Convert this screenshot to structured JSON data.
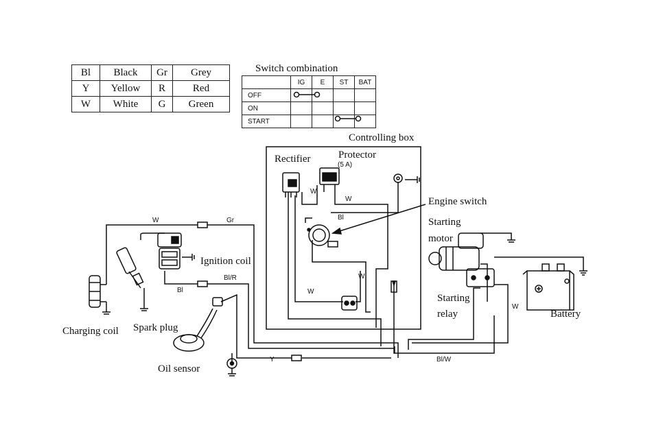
{
  "color_code": {
    "rows": [
      [
        "Bl",
        "Black",
        "Gr",
        "Grey"
      ],
      [
        "Y",
        "Yellow",
        "R",
        "Red"
      ],
      [
        "W",
        "White",
        "G",
        "Green"
      ]
    ]
  },
  "switch_combination": {
    "title": "Switch combination",
    "headers": [
      "IG",
      "E",
      "ST",
      "BAT"
    ],
    "rows": [
      "OFF",
      "ON",
      "START"
    ]
  },
  "labels": {
    "controlling_box": "Controlling box",
    "rectifier": "Rectifier",
    "protector": "Protector",
    "protector_rating": "(5 A)",
    "engine_switch": "Engine switch",
    "starting_motor_1": "Starting",
    "starting_motor_2": "motor",
    "ignition_coil": "Ignition coil",
    "charging_coil": "Charging coil",
    "spark_plug": "Spark plug",
    "oil_sensor": "Oil sensor",
    "starting_relay_1": "Starting",
    "starting_relay_2": "relay",
    "battery": "Battery"
  },
  "wire_labels": {
    "w_top": "W",
    "gr": "Gr",
    "bl_r": "Bl/R",
    "bl_left": "Bl",
    "bl_switch": "Bl",
    "w_rect": "W",
    "w_prot": "W",
    "w_mid": "W",
    "w_lower": "W",
    "w_battery": "W",
    "y": "Y",
    "bl_w": "Bl/W"
  }
}
